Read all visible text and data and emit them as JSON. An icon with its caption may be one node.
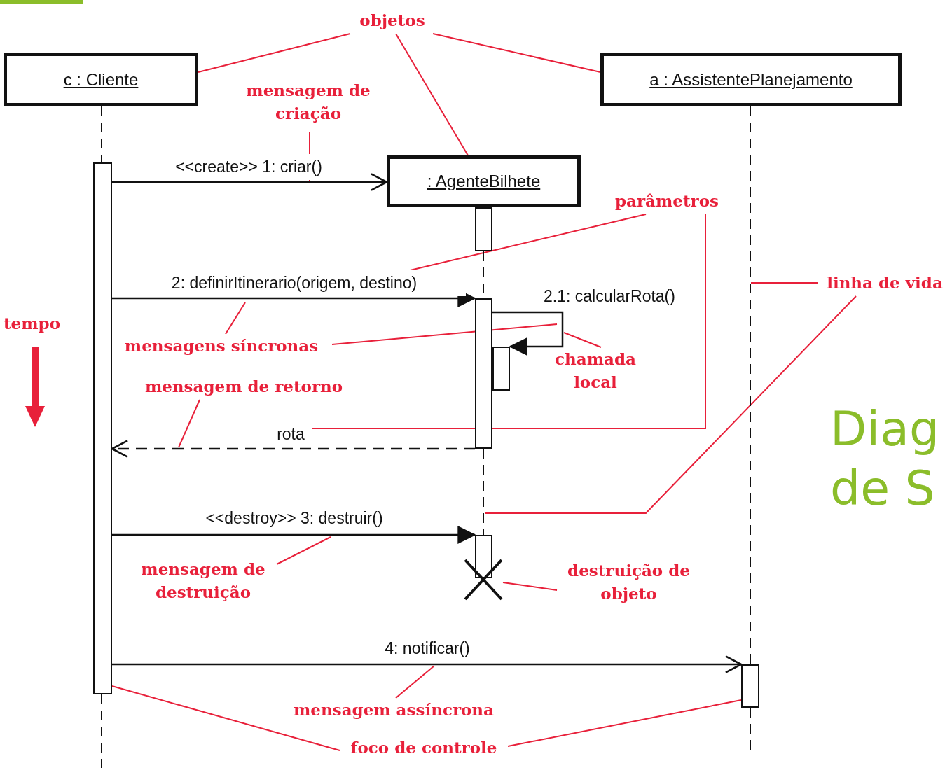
{
  "diagram": {
    "nodes": [
      {
        "text": [
          "c : Cliente"
        ]
      },
      {
        "text": [
          "objetos"
        ]
      },
      {
        "text": [
          "a : AssistentePlanejamento"
        ]
      },
      {
        "text": [
          "mensagem de criação"
        ]
      },
      {
        "text": [
          ": AgenteBilhete"
        ]
      },
      {
        "text": [
          "parâmetros"
        ]
      },
      {
        "text": [
          "linha de vida"
        ]
      },
      {
        "text": [
          "mensagens síncronas"
        ]
      },
      {
        "text": [
          "chamada local"
        ]
      },
      {
        "text": [
          "mensagem de retorno"
        ]
      },
      {
        "text": [
          "mensagem de destruição"
        ]
      },
      {
        "text": [
          "destruição de objeto"
        ]
      },
      {
        "text": [
          "mensagem assíncrona"
        ]
      },
      {
        "text": [
          "foco de controle"
        ]
      },
      {
        "text": [],
        "shape": "bar"
      },
      {
        "text": [],
        "shape": "bar"
      },
      {
        "text": [],
        "shape": "bar"
      },
      {
        "text": [],
        "shape": "bar"
      },
      {
        "text": [],
        "shape": "bar"
      },
      {
        "text": [],
        "shape": "cross"
      },
      {
        "text": [],
        "shape": "bar"
      }
    ],
    "edges": [
      {
        "from": 14,
        "to": 4,
        "arrow": "to",
        "label": "<<create>> 1: criar()",
        "color": "#111111"
      },
      {
        "from": 14,
        "to": 16,
        "arrow": "to",
        "label": "2: definirItinerario(origem, destino)",
        "color": "#111111"
      },
      {
        "from": 16,
        "to": 17,
        "arrow": "to",
        "label": "2.1: calcularRota()",
        "color": "#111111"
      },
      {
        "from": 16,
        "to": 14,
        "arrow": "to",
        "label": "rota",
        "style": "dashed",
        "color": "#111111"
      },
      {
        "from": 14,
        "to": 18,
        "arrow": "to",
        "label": "<<destroy>> 3: destruir()",
        "color": "#111111"
      },
      {
        "from": 14,
        "to": 20,
        "arrow": "to",
        "label": "4: notificar()",
        "color": "#111111"
      },
      {
        "from": 1,
        "to": 0,
        "arrow": "none"
      },
      {
        "from": 1,
        "to": 4,
        "arrow": "none"
      },
      {
        "from": 1,
        "to": 2,
        "arrow": "none"
      },
      {
        "from": 3,
        "to": null,
        "arrow": "none"
      },
      {
        "from": 5,
        "to": null,
        "arrow": "none"
      },
      {
        "from": 5,
        "to": null,
        "arrow": "none"
      },
      {
        "from": 6,
        "to": null,
        "arrow": "none"
      },
      {
        "from": 6,
        "to": null,
        "arrow": "none"
      },
      {
        "from": 7,
        "to": null,
        "arrow": "none"
      },
      {
        "from": 7,
        "to": null,
        "arrow": "none"
      },
      {
        "from": 8,
        "to": null,
        "arrow": "none"
      },
      {
        "from": 9,
        "to": null,
        "arrow": "none"
      },
      {
        "from": 10,
        "to": null,
        "arrow": "none"
      },
      {
        "from": 11,
        "to": 19,
        "arrow": "none"
      },
      {
        "from": 12,
        "to": null,
        "arrow": "none"
      },
      {
        "from": 13,
        "to": 14,
        "arrow": "none"
      },
      {
        "from": 13,
        "to": 20,
        "arrow": "none"
      },
      {
        "from": 0,
        "to": 14,
        "arrow": "none",
        "style": "dashed",
        "color": "#111111"
      },
      {
        "from": 14,
        "to": null,
        "arrow": "none",
        "style": "dashed",
        "color": "#111111"
      },
      {
        "from": 15,
        "to": 16,
        "arrow": "none",
        "style": "dashed",
        "color": "#111111"
      },
      {
        "from": 16,
        "to": 18,
        "arrow": "none",
        "style": "dashed",
        "color": "#111111"
      },
      {
        "from": 2,
        "to": 20,
        "arrow": "none",
        "style": "dashed",
        "color": "#111111"
      },
      {
        "from": 20,
        "to": null,
        "arrow": "none",
        "style": "dashed",
        "color": "#111111"
      }
    ],
    "labels": [
      "tempo",
      "Diag de S"
    ]
  }
}
